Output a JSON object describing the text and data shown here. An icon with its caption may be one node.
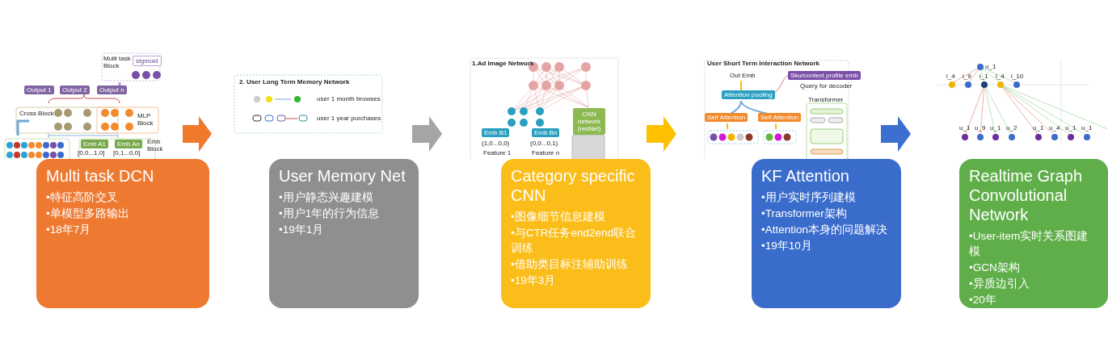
{
  "diagram": {
    "nodes": [
      {
        "text": [
          "Multi task DCN",
          "•特征高阶交叉",
          "•单模型多路输出",
          "•18年7月"
        ]
      },
      {
        "text": [
          "User Memory Net",
          "•用户静态兴趣建模",
          "•用户1年的行为信息",
          "•19年1月"
        ]
      },
      {
        "text": [
          "Category specific CNN",
          "•图像细节信息建模",
          "•与CTR任务end2end联合训练",
          "•借助类目标注辅助训练",
          "•19年3月"
        ]
      },
      {
        "text": [
          "KF Attention",
          "•用户实时序列建模",
          "•Transformer架构",
          "•Attention本身的问题解决",
          "•19年10月"
        ]
      },
      {
        "text": [
          "Realtime Graph Convolutional Network",
          "•User-item实时关系图建模",
          "•GCN架构",
          "•异质边引入",
          "•20年"
        ]
      },
      {
        "text": [],
        "shape": "picture"
      },
      {
        "text": [],
        "shape": "picture"
      },
      {
        "text": [],
        "shape": "picture"
      },
      {
        "text": [],
        "shape": "picture"
      },
      {
        "text": [],
        "shape": "picture"
      }
    ],
    "edges": [
      {
        "from": 5,
        "to": 6,
        "arrow": "to",
        "style": "thick",
        "color": "#f07a2c"
      },
      {
        "from": 6,
        "to": 7,
        "arrow": "to",
        "style": "thick",
        "color": "#a5a5a5"
      },
      {
        "from": 7,
        "to": 8,
        "arrow": "to",
        "style": "thick",
        "color": "#ffc000"
      },
      {
        "from": 8,
        "to": 9,
        "arrow": "to",
        "style": "thick",
        "color": "#3d6fd0"
      }
    ],
    "labels": [
      "Multi task Block",
      "sigmoid",
      "Output 1",
      "Output 2",
      "Output n",
      "Cross Block",
      "MLP Block",
      "Emb A1",
      "Emb An",
      "Emb Block",
      "[0,0...1,0]",
      "[0,1...0,0]",
      "2. User Long Term Memory Network",
      "user 1 month browses",
      "user 1 year purchases",
      "1.Ad Image Network",
      "CNN network (resNet)",
      "Emb B1",
      "Emb Bn",
      "(1,0...0,0)",
      "(0,0...0,1)",
      "Feature 1",
      "Feature n",
      "User Short Term Interaction Network",
      "Out Emb",
      "Sku/context profile emb",
      "Query for decoder",
      "Attention pooling",
      "Self Attention",
      "Self Attention",
      "Transformer",
      "u_1",
      "i_4",
      "i_9",
      "i_1",
      "i_4",
      "i_10",
      "u_1",
      "u_9",
      "u_1",
      "u_2",
      "u_1",
      "u_4",
      "u_1",
      "u_1"
    ]
  }
}
